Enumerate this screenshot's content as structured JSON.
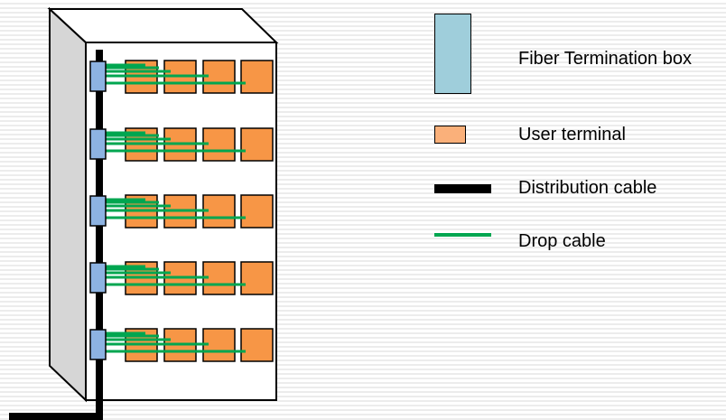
{
  "colors": {
    "fiber_termination_box": "#9fcedb",
    "fiber_box_in_building": "#8db3e2",
    "user_terminal": "#f79646",
    "user_terminal_legend": "#fab07a",
    "distribution_cable": "#000000",
    "drop_cable": "#00a650",
    "building_front": "#ffffff",
    "building_side": "#d6d6d6",
    "outline": "#000000"
  },
  "building": {
    "floors": 5,
    "terminals_per_floor": 4,
    "fiber_box_icon": "fiber-termination-box",
    "terminal_icon": "user-terminal"
  },
  "legend": [
    {
      "label": "Fiber Termination box",
      "sample": "fiber-termination-box"
    },
    {
      "label": "User terminal",
      "sample": "user-terminal"
    },
    {
      "label": "Distribution cable",
      "sample": "distribution-cable"
    },
    {
      "label": "Drop cable",
      "sample": "drop-cable"
    }
  ]
}
